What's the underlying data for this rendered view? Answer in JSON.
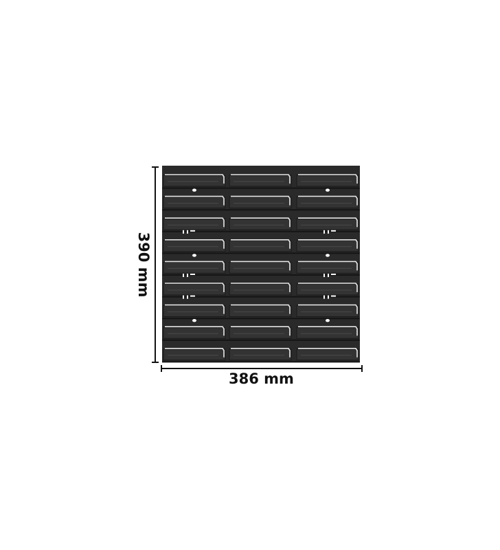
{
  "product": {
    "rows": 9,
    "slots_per_row": 3,
    "panel_color": "#2a2a2a",
    "edge_color": "#e8e8e8",
    "hole_rows": [
      1,
      4,
      7
    ],
    "mark_rows": [
      3,
      5,
      6
    ]
  },
  "dimensions": {
    "width_label": "386 mm",
    "height_label": "390 mm"
  }
}
